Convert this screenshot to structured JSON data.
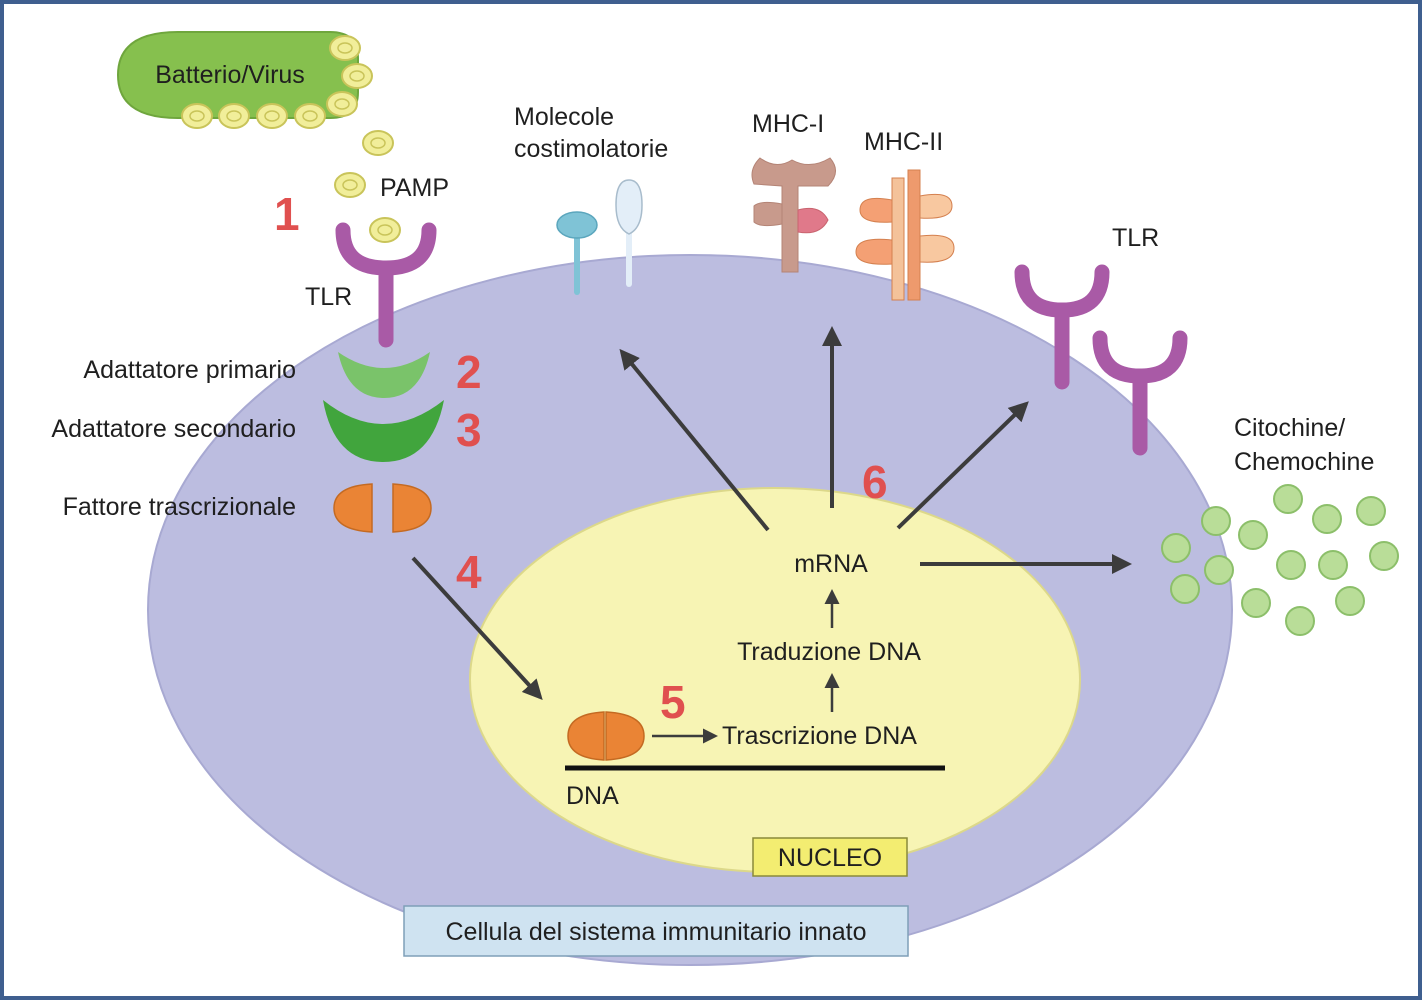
{
  "colors": {
    "frame": "#3f5f8f",
    "cell": "#bcbde0",
    "nucleus": "#f7f4b4",
    "tlr": "#a95aa6",
    "adaptor_primary": "#7ac36a",
    "adaptor_secondary": "#41a53d",
    "transcription_factor": "#ea8435",
    "pamp": "#f1ee9a",
    "cytokine": "#b9dd98",
    "step_number": "#e0504f",
    "cell_label_box": "#cfe3f1",
    "nucleus_label_box": "#f3ed71"
  },
  "labels": {
    "pathogen": "Batterio/Virus",
    "pamp": "PAMP",
    "tlr_left": "TLR",
    "tlr_right": "TLR",
    "adaptor_primary": "Adattatore primario",
    "adaptor_secondary": "Adattatore secondario",
    "transcription_factor": "Fattore trascrizionale",
    "costimulatory_line1": "Molecole",
    "costimulatory_line2": "costimolatorie",
    "mhc1": "MHC-I",
    "mhc2": "MHC-II",
    "cytokines_line1": "Citochine/",
    "cytokines_line2": "Chemochine",
    "mrna": "mRNA",
    "translation": "Traduzione DNA",
    "transcription": "Trascrizione DNA",
    "dna": "DNA",
    "nucleus": "NUCLEO",
    "cell": "Cellula del sistema immunitario innato"
  },
  "steps": [
    "1",
    "2",
    "3",
    "4",
    "5",
    "6"
  ]
}
